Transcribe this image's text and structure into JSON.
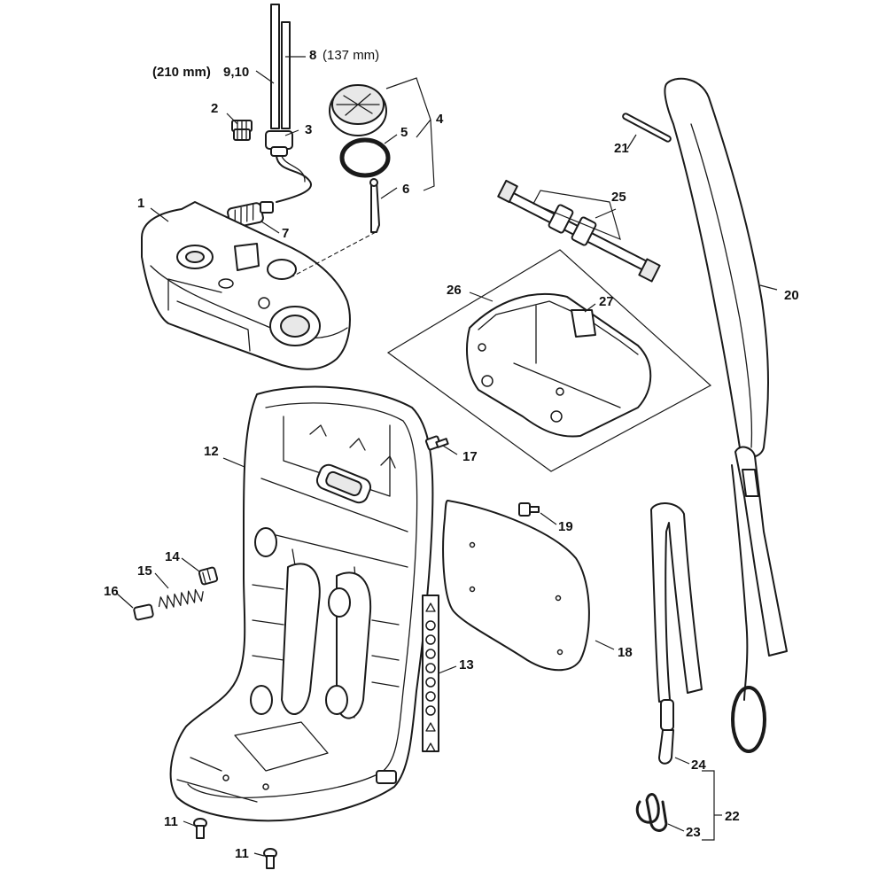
{
  "labels": {
    "p1": "1",
    "p2": "2",
    "p3": "3",
    "p4": "4",
    "p5": "5",
    "p6": "6",
    "p7": "7",
    "p8": "8",
    "p8_len": "(137 mm)",
    "p9_10": "9,10",
    "p9_10_len": "(210 mm)",
    "p11a": "11",
    "p11b": "11",
    "p12": "12",
    "p13": "13",
    "p14": "14",
    "p15": "15",
    "p16": "16",
    "p17": "17",
    "p18": "18",
    "p19": "19",
    "p20": "20",
    "p21": "21",
    "p22": "22",
    "p23": "23",
    "p24": "24",
    "p25": "25",
    "p26": "26",
    "p27": "27"
  },
  "colors": {
    "line": "#1a1a1a",
    "background": "#ffffff",
    "shade": "#e8e8e8"
  }
}
